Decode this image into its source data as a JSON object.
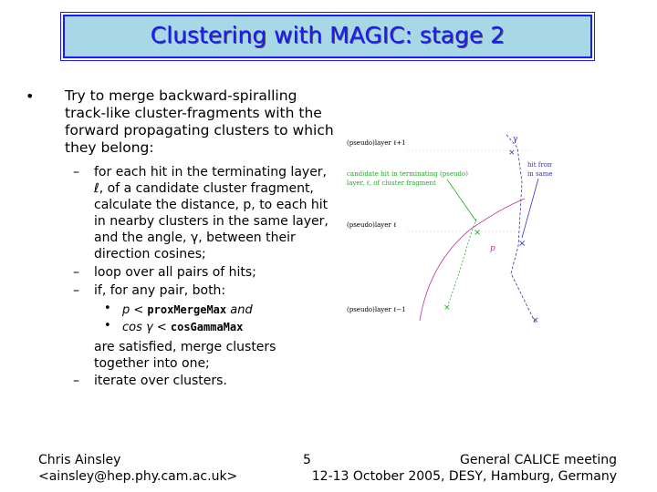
{
  "title": "Clustering with MAGIC: stage 2",
  "bullet": {
    "symbol": "•",
    "text": "Try to merge backward-spiralling track-like cluster-fragments with the forward propagating clusters to which they belong:"
  },
  "subitems": [
    {
      "dash": "–",
      "text": "for each hit in the terminating layer, ℓ, of a candidate cluster fragment, calculate the distance, p, to each hit in nearby clusters in the same layer, and the angle, γ, between their direction cosines;"
    },
    {
      "dash": "–",
      "text": "loop over all pairs of hits;"
    },
    {
      "dash": "–",
      "text": "if, for any pair, both:"
    }
  ],
  "conditions": [
    {
      "symbol": "•",
      "prefix": "p <",
      "code": "proxMergeMax",
      "suffix": "and"
    },
    {
      "symbol": "•",
      "prefix": "cos γ <",
      "code": "cosGammaMax",
      "suffix": ""
    }
  ],
  "continuation": "are satisfied, merge clusters together into one;",
  "last_item": {
    "dash": "–",
    "text": "iterate over clusters."
  },
  "diagram": {
    "label_layer_l1": "(pseudo)layer  ℓ+1",
    "label_layer_l": "(pseudo)layer  ℓ",
    "label_layer_lm1": "(pseudo)layer  ℓ−1",
    "label_candidate": [
      "candidate hit in terminating (pseudo)",
      "layer, ℓ, of cluster fragment"
    ],
    "label_nearby": [
      "hit from nearby cluster",
      "in same (pseudo)layer, ℓ"
    ],
    "label_p": "p",
    "label_gamma": "γ",
    "color_candidate": "#22aa22",
    "color_nearby": "#3333cc",
    "color_arc": "#bb3399"
  },
  "footer": {
    "author": "Chris Ainsley",
    "email": "<ainsley@hep.phy.cam.ac.uk>",
    "page": "5",
    "meeting": "General CALICE meeting",
    "date_place": "12-13 October 2005, DESY, Hamburg, Germany"
  }
}
